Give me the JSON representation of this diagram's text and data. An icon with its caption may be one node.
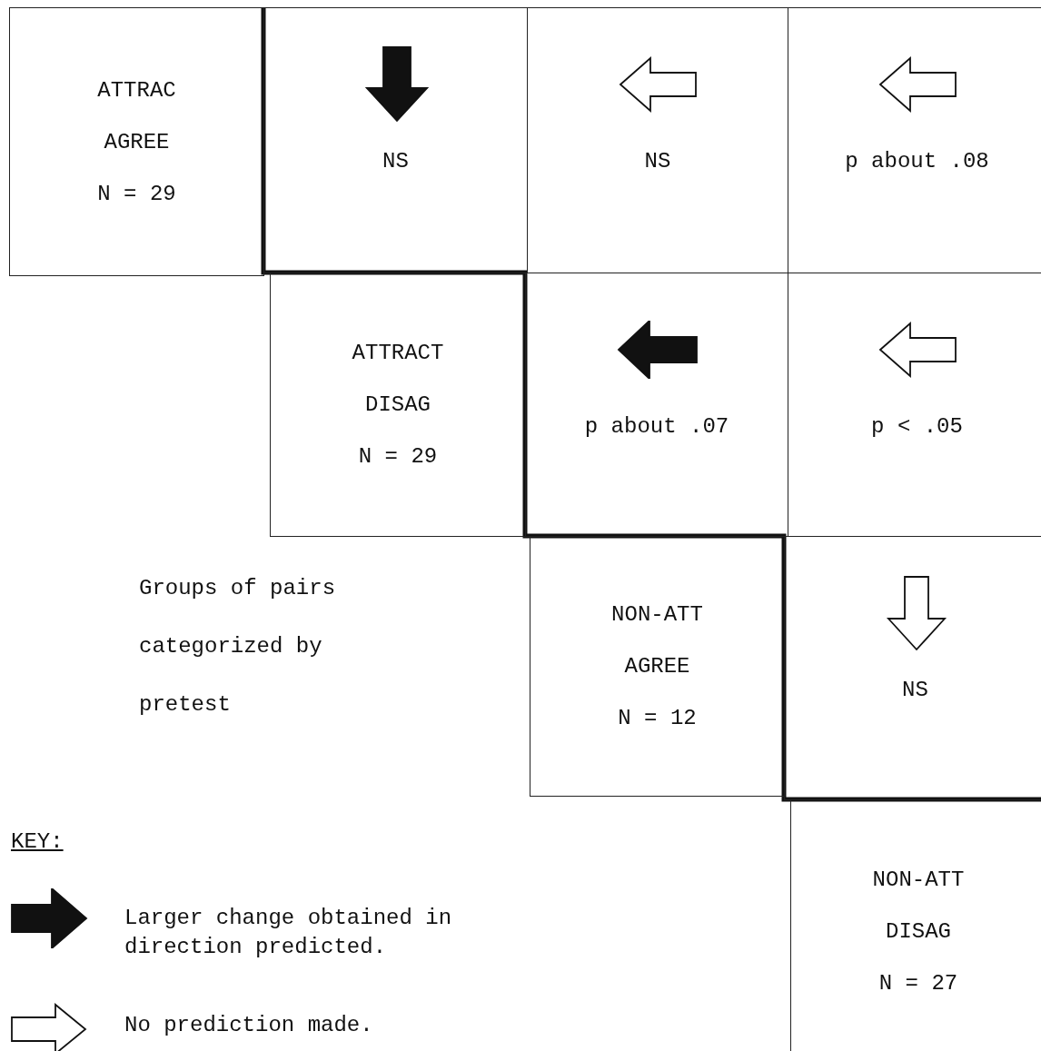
{
  "diagram": {
    "nodes": [
      {
        "text": [
          "ATTRAC",
          "AGREE",
          "N = 29"
        ]
      },
      {
        "text": [
          "NS"
        ]
      },
      {
        "text": [
          "NS"
        ]
      },
      {
        "text": [
          "p about .08"
        ]
      },
      {
        "text": [
          "ATTRACT",
          "DISAG",
          "N = 29"
        ]
      },
      {
        "text": [
          "p about .07"
        ]
      },
      {
        "text": [
          "p < .05"
        ]
      },
      {
        "text": [
          "NON-ATT",
          "AGREE",
          "N = 12"
        ]
      },
      {
        "text": [
          "NS"
        ]
      },
      {
        "text": [
          "NON-ATT",
          "DISAG",
          "N = 27"
        ]
      }
    ],
    "edges": [],
    "labels": [
      "Groups of pairs categorized by pretest",
      "KEY:"
    ],
    "legend": [
      {
        "text": "Larger change obtained in direction predicted."
      },
      {
        "text": "No prediction made."
      }
    ]
  }
}
